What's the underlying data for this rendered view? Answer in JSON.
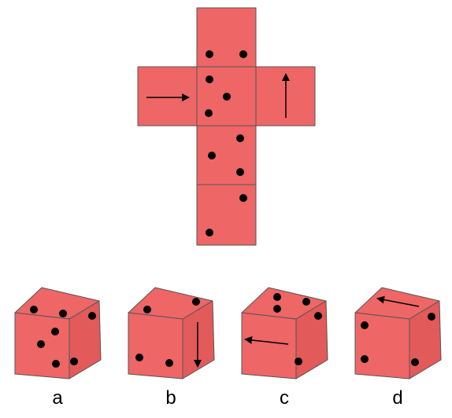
{
  "puzzle": {
    "colors": {
      "face": "#EE6666",
      "face_side": "#E25A5A",
      "edge": "#555555",
      "pip": "#000000",
      "arrow": "#000000"
    },
    "net": {
      "faces": [
        {
          "name": "net-face-top",
          "content": "two-pips"
        },
        {
          "name": "net-face-left",
          "content": "arrow-right-icon"
        },
        {
          "name": "net-face-center",
          "content": "three-pips"
        },
        {
          "name": "net-face-right",
          "content": "arrow-up-icon"
        },
        {
          "name": "net-face-lower",
          "content": "three-pips"
        },
        {
          "name": "net-face-bottom",
          "content": "two-pips"
        }
      ]
    },
    "options": [
      {
        "label": "a"
      },
      {
        "label": "b"
      },
      {
        "label": "c"
      },
      {
        "label": "d"
      }
    ]
  }
}
